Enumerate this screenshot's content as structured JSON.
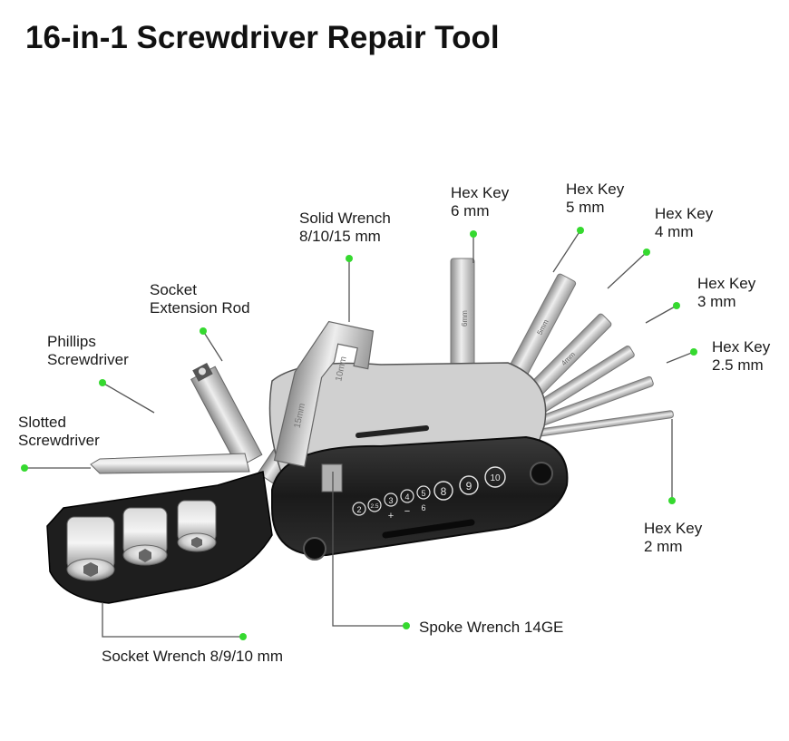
{
  "title": "16-in-1 Screwdriver Repair Tool",
  "colors": {
    "dot": "#35d92f",
    "line": "#555555",
    "body": "#1c1c1c",
    "steel": "#b8b8b8"
  },
  "labels": {
    "hex6": [
      "Hex Key",
      "6 mm"
    ],
    "hex5": [
      "Hex Key",
      "5 mm"
    ],
    "hex4": [
      "Hex Key",
      "4 mm"
    ],
    "hex3": [
      "Hex Key",
      "3 mm"
    ],
    "hex25": [
      "Hex Key",
      "2.5 mm"
    ],
    "hex2": [
      "Hex Key",
      "2 mm"
    ],
    "solid_wrench": [
      "Solid Wrench",
      "8/10/15 mm"
    ],
    "socket_ext": [
      "Socket",
      "Extension Rod"
    ],
    "phillips": [
      "Phillips",
      "Screwdriver"
    ],
    "slotted": [
      "Slotted",
      "Screwdriver"
    ],
    "spoke": "Spoke Wrench 14GE",
    "socket_wrench": "Socket Wrench 8/9/10 mm"
  },
  "tool_markings": {
    "wrench_10": "10mm",
    "wrench_15": "15mm",
    "hex_6": "6mm",
    "hex_5": "5mm",
    "hex_4": "4mm",
    "sizes": [
      "2",
      "2.5",
      "3",
      "4",
      "5",
      "8",
      "9",
      "10"
    ],
    "phillips_sign": "+",
    "slotted_sign": "−",
    "slotted_size": "6"
  }
}
